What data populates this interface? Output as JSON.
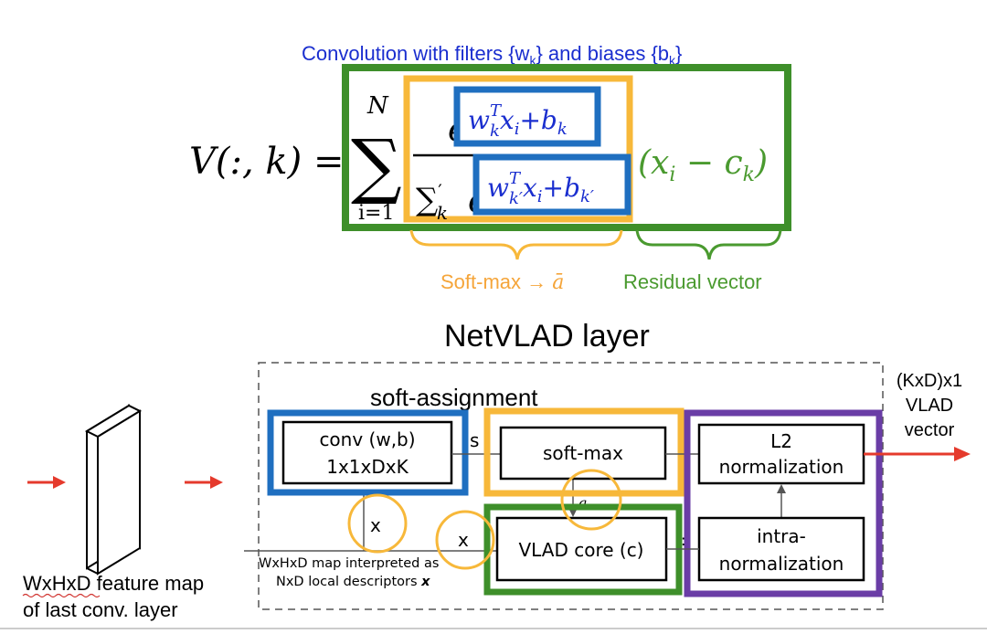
{
  "formula": {
    "annotation_top": "Convolution with filters {w",
    "annotation_top_sub1": "k",
    "annotation_top_mid": "} and biases {b",
    "annotation_top_sub2": "k",
    "annotation_top_end": "}",
    "lhs": "V(:, k) =",
    "sum_upper": "N",
    "sum_lower": "i=1",
    "sum_symbol": "∑",
    "numerator_base": "e",
    "numerator_exponent": "w",
    "numerator_exponent_sup": "T",
    "numerator_exponent_sub": "k",
    "numerator_exponent_rest": "x",
    "numerator_exponent_rest_sub": "i",
    "numerator_exponent_plus": "+b",
    "numerator_exponent_plus_sub": "k",
    "denominator_sum": "∑",
    "denominator_sum_sub": "k",
    "denominator_sum_prime": "′",
    "denominator_base": "e",
    "denominator_exponent": "w",
    "denominator_exponent_sup": "T",
    "denominator_exponent_sub": "k′",
    "denominator_exponent_rest": "x",
    "denominator_exponent_rest_sub": "i",
    "denominator_exponent_plus": "+b",
    "denominator_exponent_plus_sub": "k′",
    "residual_open": "(x",
    "residual_sub_i": "i",
    "residual_minus": " − c",
    "residual_sub_k": "k",
    "residual_close": ")",
    "softmax_label": "Soft-max → ",
    "softmax_label_symbol": "ā",
    "residual_label": "Residual vector"
  },
  "diagram": {
    "title": "NetVLAD layer",
    "soft_assignment_label": "soft-assignment",
    "conv_box_line1": "conv (w,b)",
    "conv_box_line2": "1x1xDxK",
    "s_label": "s",
    "softmax_box": "soft-max",
    "a_label": "a",
    "l2_box_line1": "L2",
    "l2_box_line2": "normalization",
    "vlad_core_box": "VLAD core (c)",
    "intra_box_line1": "intra-",
    "intra_box_line2": "normalization",
    "x_label_1": "x",
    "x_label_2": "x",
    "output_line1": "(KxD)x1",
    "output_line2": "VLAD",
    "output_line3": "vector",
    "map_note_line1": "WxHxD map interpreted as",
    "map_note_line2": "NxD local descriptors ",
    "map_note_bold": "x",
    "feature_map_line1": "WxHxD feature map",
    "feature_map_line2": "of last conv. layer"
  },
  "colors": {
    "blue": "#1f6fc0",
    "text_blue": "#1a2ecf",
    "orange": "#f7b83a",
    "orange_text": "#f5a53a",
    "green": "#3e8f2a",
    "green_text": "#4a9a2f",
    "purple": "#6a3da6",
    "red_arrow": "#e53a2c",
    "black": "#000000"
  }
}
